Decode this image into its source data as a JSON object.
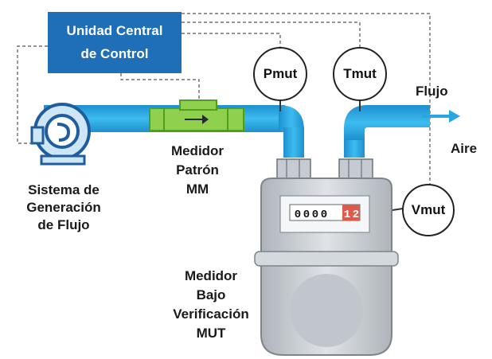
{
  "control_unit": {
    "line1": "Unidad Central",
    "line2": "de Control"
  },
  "sensors": {
    "pressure": "Pmut",
    "temperature": "Tmut",
    "volume": "Vmut"
  },
  "flow_label": "Flujo",
  "air_label": "Aire",
  "flow_system": {
    "line1": "Sistema de",
    "line2": "Generación",
    "line3": "de Flujo"
  },
  "reference_meter": {
    "line1": "Medidor",
    "line2": "Patrón",
    "line3": "MM"
  },
  "meter_under_test": {
    "line1": "Medidor",
    "line2": "Bajo",
    "line3": "Verificación",
    "line4": "MUT"
  },
  "counter": {
    "black_digits": [
      "0",
      "0",
      "0",
      "0"
    ],
    "red_digits": [
      "1",
      "2"
    ]
  },
  "colors": {
    "pipe": "#29a6e0",
    "control_box": "#1f6fb8",
    "reference_meter": "#8fd14f",
    "meter_body": "#c9ced3",
    "counter_red": "#e05a4b"
  }
}
